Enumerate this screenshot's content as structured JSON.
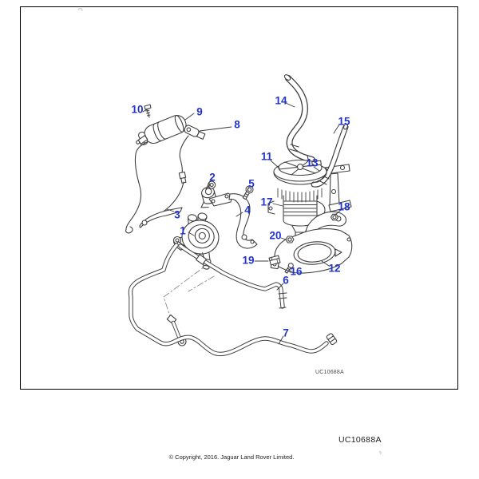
{
  "diagram": {
    "inner_code": "UC10688A",
    "drawing_code": "UC10688A",
    "copyright": "© Copyright, 2016. Jaguar Land Rover Limited.",
    "colors": {
      "callout_blue": "#2234cd",
      "line_art": "#404040",
      "frame": "#000000"
    },
    "callouts": [
      {
        "n": "1"
      },
      {
        "n": "2"
      },
      {
        "n": "3"
      },
      {
        "n": "4"
      },
      {
        "n": "5"
      },
      {
        "n": "6"
      },
      {
        "n": "7"
      },
      {
        "n": "8"
      },
      {
        "n": "9"
      },
      {
        "n": "10"
      },
      {
        "n": "11"
      },
      {
        "n": "12"
      },
      {
        "n": "13"
      },
      {
        "n": "14"
      },
      {
        "n": "15"
      },
      {
        "n": "16"
      },
      {
        "n": "17"
      },
      {
        "n": "18"
      },
      {
        "n": "19"
      },
      {
        "n": "20"
      }
    ]
  }
}
